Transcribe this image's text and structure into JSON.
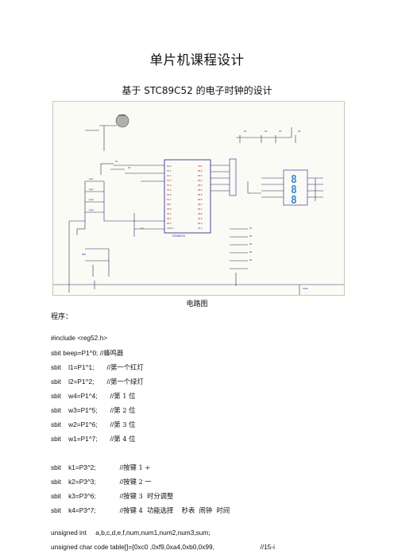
{
  "document": {
    "title": "单片机课程设计",
    "subtitle": "基于 STC89C52 的电子时钟的设计",
    "figure_caption": "电路图",
    "program_label": "程序："
  },
  "code_lines": [
    {
      "code": "#include <reg52.h>",
      "comment": ""
    },
    {
      "code": "sbit beep=P1^0; //",
      "comment": "蜂鸣器"
    },
    {
      "code": "sbit    l1=P1^1;       //",
      "comment": "第一个红灯"
    },
    {
      "code": "sbit    l2=P1^2;       //",
      "comment": "第一个绿灯"
    },
    {
      "code": "sbit    w4=P1^4;       //",
      "comment": "第 1 位"
    },
    {
      "code": "sbit    w3=P1^5;       //",
      "comment": "第 2 位"
    },
    {
      "code": "sbit    w2=P1^6;       //",
      "comment": "第 3 位"
    },
    {
      "code": "sbit    w1=P1^7;       //",
      "comment": "第 4 位"
    },
    {
      "code": "",
      "comment": ""
    },
    {
      "code": "sbit    k1=P3^2;             //",
      "comment": "按键 1 +"
    },
    {
      "code": "sbit    k2=P3^3;             //",
      "comment": "按键 2 一"
    },
    {
      "code": "sbit    k3=P3^6;             //",
      "comment": "按键 3  时分调整"
    },
    {
      "code": "sbit    k4=P3^7;             //",
      "comment": "按键 4  功能选择    秒表  闹钟  时间"
    },
    {
      "code": "",
      "comment": ""
    },
    {
      "code": "unsigned int     a,b,c,d,e,f,num,num1,num2,num3,sum;",
      "comment": ""
    },
    {
      "code": "unsigned char code table[]={0xc0 ,0xf9,0xa4,0xb0,0x99,                         //15-i",
      "comment": ""
    }
  ],
  "schematic_labels": {
    "mcu": "STC89C52",
    "bottom_text": "Title"
  },
  "colors": {
    "wire": "#2a2a6a",
    "part": "#1b1b8a",
    "pin": "#8a1010",
    "seg": "#3c8ccc",
    "bg": "#fbfbf5"
  }
}
